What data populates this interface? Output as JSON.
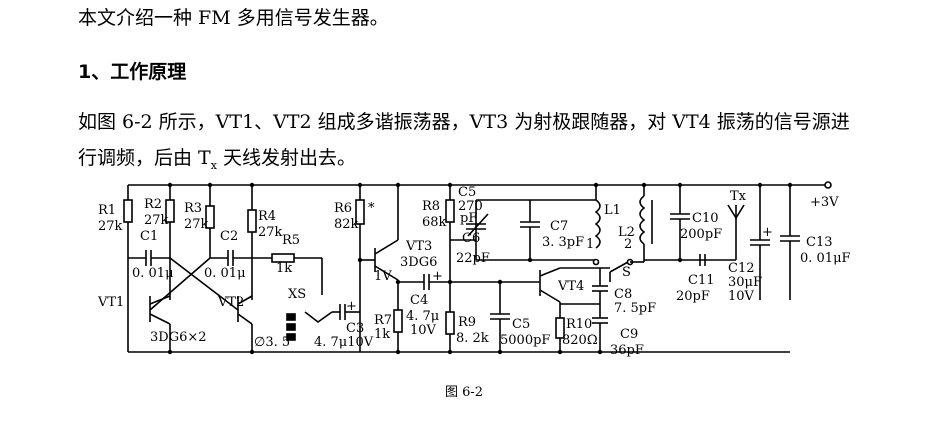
{
  "intro": "本文介绍一种 FM 多用信号发生器。",
  "section_heading": "1、工作原理",
  "body_line1": "如图 6-2 所示，VT1、VT2 组成多谐振荡器，VT3 为射极跟随器，对 VT4 振荡的信号源进",
  "body_line2_pre": "行调频，后由 T",
  "body_line2_sub": "x",
  "body_line2_post": " 天线发射出去。",
  "figure_caption": "图 6-2",
  "labels": {
    "R1": "R1",
    "R1v": "27k",
    "R2": "R2",
    "R2v": "27k",
    "R3": "R3",
    "R3v": "27k",
    "R4": "R4",
    "R4v": "27k",
    "R5": "R5",
    "R5v": "1k",
    "R6": "R6",
    "R6v": "82k",
    "R6star": "*",
    "R7": "R7",
    "R7v": "1k",
    "R8": "R8",
    "R8v": "68k",
    "R9": "R9",
    "R9v": "8. 2k",
    "R10": "R10",
    "R10v": "820Ω",
    "C1": "C1",
    "C1v": "0. 01μ",
    "C2": "C2",
    "C2v": "0. 01μ",
    "C3": "C3",
    "C3v": "4. 7μ10V",
    "C4": "C4",
    "C4v1": "4. 7μ",
    "C4v2": "10V",
    "C5a1": "C5",
    "C5a2": "270",
    "C5a3": "pF",
    "C5b": "C5",
    "C5bv": "5000pF",
    "C6": "C6",
    "C6v": "22pF",
    "C7": "C7",
    "C7v": "3. 3pF",
    "C8": "C8",
    "C8v": "7. 5pF",
    "C9": "C9",
    "C9v": "36pF",
    "C10": "C10",
    "C10v": "200pF",
    "C11": "C11",
    "C11v": "20pF",
    "C12": "C12",
    "C12v1": "30μF",
    "C12v2": "10V",
    "C13": "C13",
    "C13v": "0. 01μF",
    "L1": "L1",
    "L2": "L2",
    "VT1": "VT1",
    "VT2": "VT2",
    "VT3": "VT3",
    "VT3v": "3DG6",
    "VT4": "VT4",
    "pair": "3DG6×2",
    "XS": "XS",
    "XSv": "∅3. 5",
    "sw1": "1",
    "sw2": "2",
    "S": "S",
    "oneV": "1V",
    "Tx": "Tx",
    "plus": "+",
    "supply": "+3V"
  }
}
